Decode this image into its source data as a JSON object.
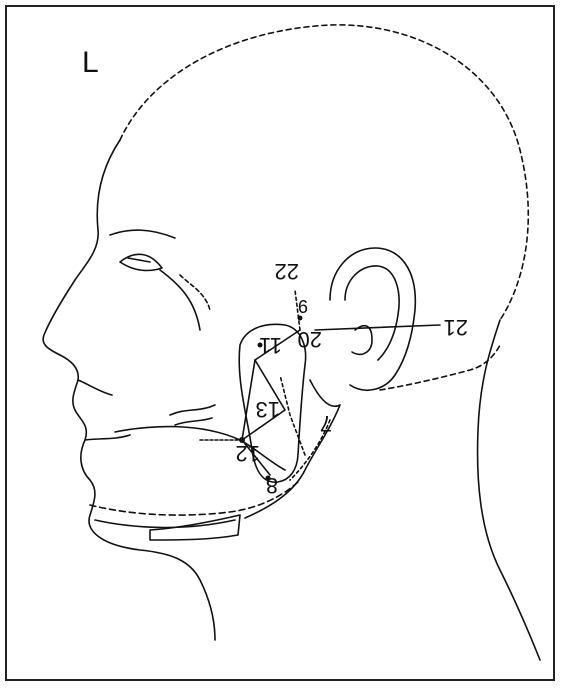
{
  "side_marker": "L",
  "labels": {
    "n22": "22",
    "n9": "9",
    "n20": "20",
    "n21": "21",
    "n11": "11",
    "n13": "13",
    "n12": "12",
    "n8": "8",
    "n7": "7"
  },
  "colors": {
    "line": "#111111",
    "background": "#ffffff"
  }
}
